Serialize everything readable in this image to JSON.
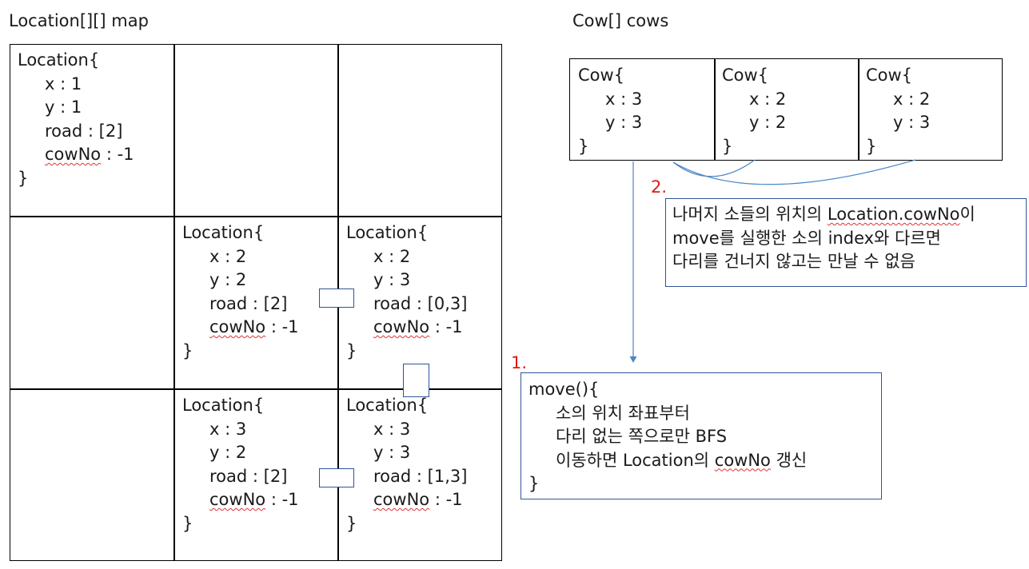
{
  "titles": {
    "map": "Location[][] map",
    "cows": "Cow[] cows"
  },
  "map": {
    "cells": [
      {
        "row": 0,
        "col": 0,
        "open": "Location{",
        "x": "x : 1",
        "y": "y : 1",
        "road_label": "road",
        "road": " : [2]",
        "cowno_label": "cowNo",
        "cowno": " : -1",
        "close": "}"
      },
      {
        "row": 1,
        "col": 1,
        "open": "Location{",
        "x": "x : 2",
        "y": "y : 2",
        "road_label": "road",
        "road": " : [2]",
        "cowno_label": "cowNo",
        "cowno": " : -1",
        "close": "}"
      },
      {
        "row": 1,
        "col": 2,
        "open": "Location{",
        "x": "x : 2",
        "y": "y : 3",
        "road_label": "road",
        "road": " : [0,3]",
        "cowno_label": "cowNo",
        "cowno": " : -1",
        "close": "}"
      },
      {
        "row": 2,
        "col": 1,
        "open": "Location{",
        "x": "x : 3",
        "y": "y : 2",
        "road_label": "road",
        "road": " : [2]",
        "cowno_label": "cowNo",
        "cowno": " : -1",
        "close": "}"
      },
      {
        "row": 2,
        "col": 2,
        "open": "Location{",
        "x": "x : 3",
        "y": "y : 3",
        "road_label": "road",
        "road": " : [1,3]",
        "cowno_label": "cowNo",
        "cowno": " : -1",
        "close": "}"
      }
    ]
  },
  "cows": [
    {
      "open": "Cow{",
      "x": "x : 3",
      "y": "y : 3",
      "close": "}"
    },
    {
      "open": "Cow{",
      "x": "x : 2",
      "y": "y : 2",
      "close": "}"
    },
    {
      "open": "Cow{",
      "x": "x : 2",
      "y": "y : 3",
      "close": "}"
    }
  ],
  "notes": {
    "note2": {
      "number": "2.",
      "line1_a": "나머지 소들의 위치의 ",
      "line1_b": "Location.cowNo",
      "line1_c": "이",
      "line2": "move를 실행한 소의 index와 다르면",
      "line3": "다리를 건너지 않고는 만날 수 없음"
    },
    "note1": {
      "number": "1.",
      "open": "move(){",
      "line1": "소의 위치 좌표부터",
      "line2": "다리 없는 쪽으로만 BFS",
      "line3_a": "이동하면 Location의 ",
      "line3_b": "cowNo",
      "line3_c": " 갱신",
      "close": "}"
    }
  },
  "colors": {
    "connector": "#4a86c5",
    "number": "#e01a1a",
    "note_border": "#2f5597"
  }
}
